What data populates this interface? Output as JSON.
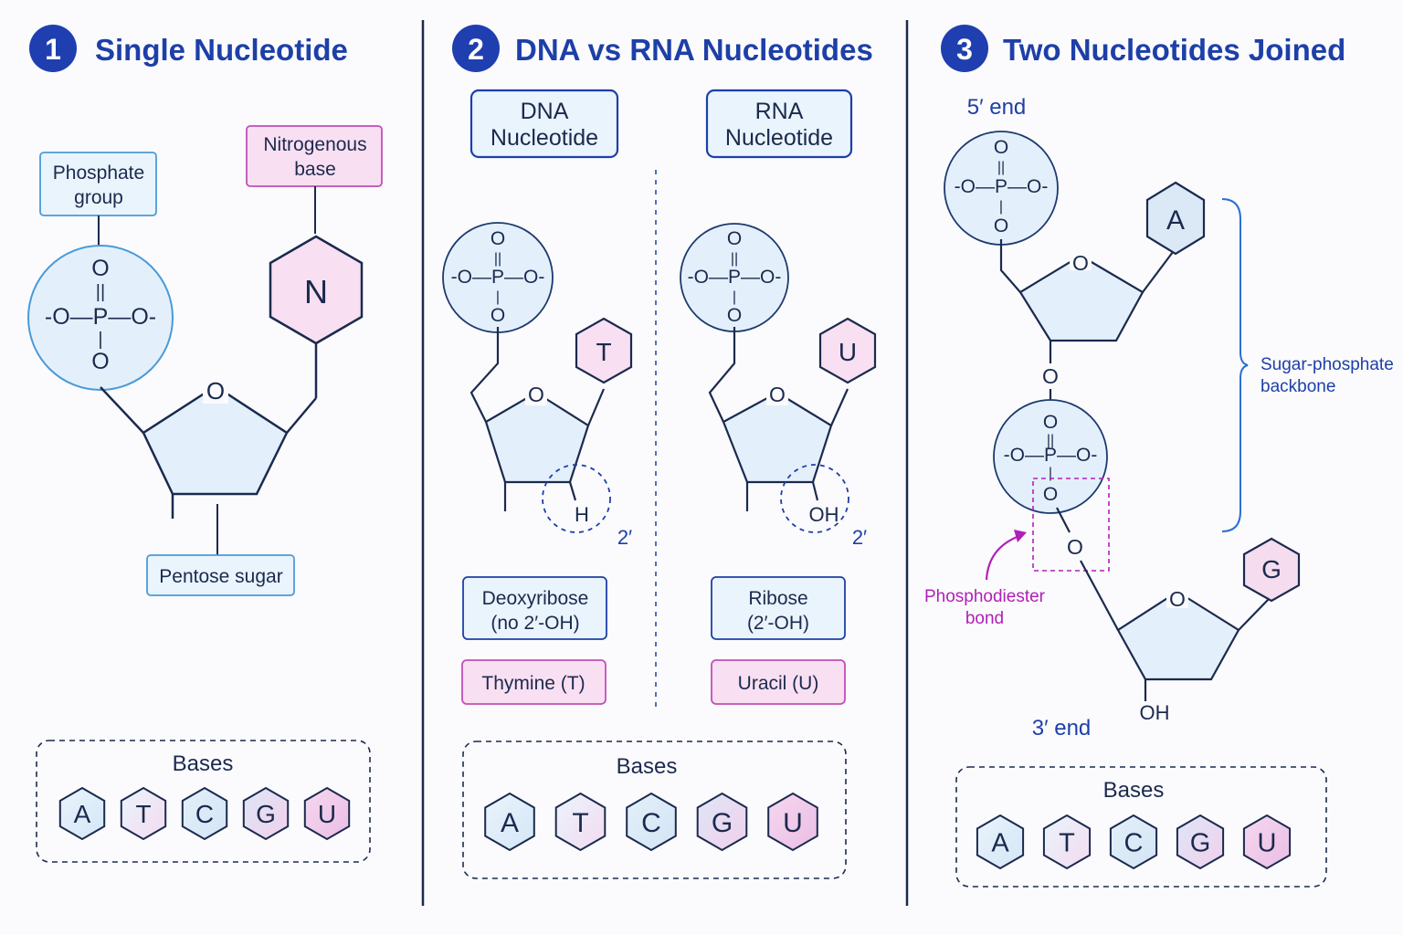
{
  "panel1": {
    "number": "1",
    "title": "Single Nucleotide",
    "phosphate_label": [
      "Phosphate",
      "group"
    ],
    "base_label": [
      "Nitrogenous",
      "base"
    ],
    "sugar_label": "Pentose sugar",
    "base_letter": "N",
    "ring_oxygen": "O",
    "phosphate": {
      "top": "O",
      "double": "||",
      "row": "-O—P—O-",
      "pipe": "|",
      "bottom": "O"
    },
    "bases_title": "Bases",
    "bases": [
      "A",
      "T",
      "C",
      "G",
      "U"
    ]
  },
  "panel2": {
    "number": "2",
    "title": "DNA vs RNA Nucleotides",
    "dna_header": [
      "DNA",
      "Nucleotide"
    ],
    "rna_header": [
      "RNA",
      "Nucleotide"
    ],
    "dna_base": "T",
    "rna_base": "U",
    "dna_2prime_group": "H",
    "rna_2prime_group": "OH",
    "two_prime": "2′",
    "ring_oxygen": "O",
    "phosphate": {
      "top": "O",
      "double": "||",
      "row": "-O—P—O-",
      "pipe": "|",
      "bottom": "O"
    },
    "dna_sugar_label": [
      "Deoxyribose",
      "(no 2′-OH)"
    ],
    "rna_sugar_label": [
      "Ribose",
      "(2′-OH)"
    ],
    "dna_base_label": "Thymine (T)",
    "rna_base_label": "Uracil (U)",
    "bases_title": "Bases",
    "bases": [
      "A",
      "T",
      "C",
      "G",
      "U"
    ]
  },
  "panel3": {
    "number": "3",
    "title": "Two Nucleotides Joined",
    "five_prime": "5′ end",
    "three_prime": "3′ end",
    "top_base": "A",
    "bottom_base": "G",
    "ring_oxygen": "O",
    "linker_oxygen": "O",
    "ester_oxygen": "O",
    "oh": "OH",
    "phosphate": {
      "top": "O",
      "double": "||",
      "row": "-O—P—O-",
      "pipe": "|",
      "bottom": "O"
    },
    "backbone_label": [
      "Sugar-phosphate",
      "backbone"
    ],
    "bond_label": [
      "Phosphodiester",
      "bond"
    ],
    "bases_title": "Bases",
    "bases": [
      "A",
      "T",
      "C",
      "G",
      "U"
    ]
  },
  "colors": {
    "navy": "#1b2a4e",
    "title_blue": "#1d3fa8",
    "badge": "#1f3fb0",
    "blue_fill": "#e3f0fb",
    "blue_stroke": "#4a9ad8",
    "pink_fill": "#f8dff2",
    "pink_stroke": "#c04fb8",
    "magenta": "#b020b8"
  }
}
